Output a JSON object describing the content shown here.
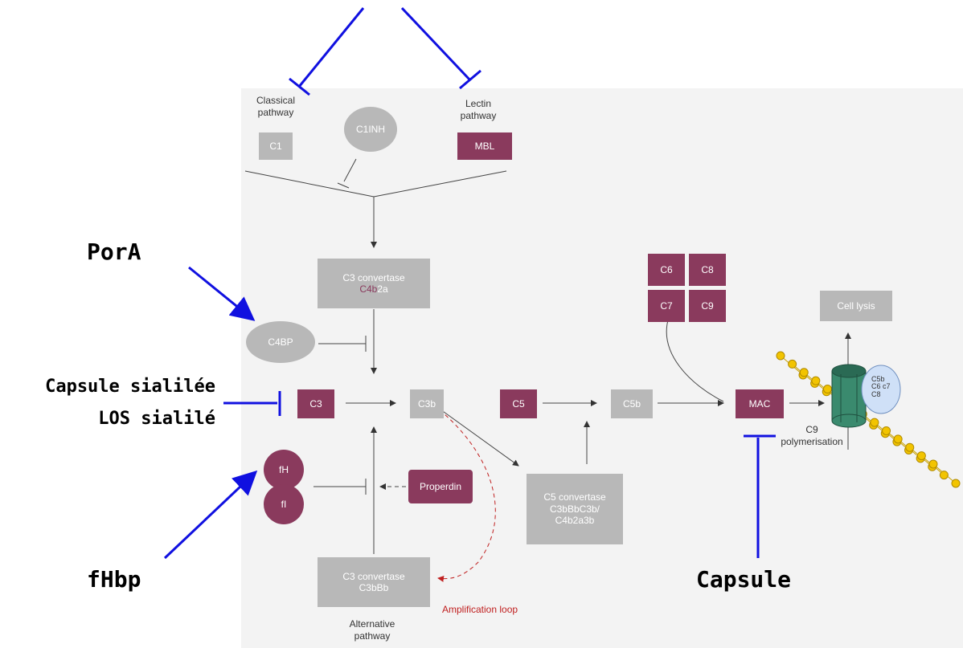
{
  "pathways": {
    "classical": "Classical\npathway",
    "lectin": "Lectin\npathway",
    "alternative": "Alternative\npathway"
  },
  "nodes": {
    "c1": "C1",
    "c1inh": "C1INH",
    "mbl": "MBL",
    "c3_convertase_top_line1": "C3 convertase",
    "c3_convertase_top_c4b": "C4b",
    "c3_convertase_top_2a": "2a",
    "c4bp": "C4BP",
    "c3": "C3",
    "c3b": "C3b",
    "c5": "C5",
    "c5b": "C5b",
    "mac": "MAC",
    "c6": "C6",
    "c8": "C8",
    "c7": "C7",
    "c9": "C9",
    "cell_lysis": "Cell lysis",
    "fh": "fH",
    "fi": "fI",
    "properdin": "Properdin",
    "c5_convertase": "C5 convertase\nC3bBbC3b/\nC4b2a3b",
    "c3_convertase_alt": "C3 convertase\nC3bBb",
    "amplification_loop": "Amplification loop",
    "c9_polymerisation": "C9\npolymerisation",
    "pore_label": "C5b\nC6 c7\nC8"
  },
  "annotations": {
    "pora": "PorA",
    "capsule_sialilee": "Capsule sialilée",
    "los_sialile": "LOS sialilé",
    "fhbp": "fHbp",
    "capsule": "Capsule"
  },
  "colors": {
    "maroon": "#8a3a5d",
    "grey": "#b8b8b8",
    "inhibitor_blue": "#1010e0",
    "amplification_red": "#c02020"
  }
}
